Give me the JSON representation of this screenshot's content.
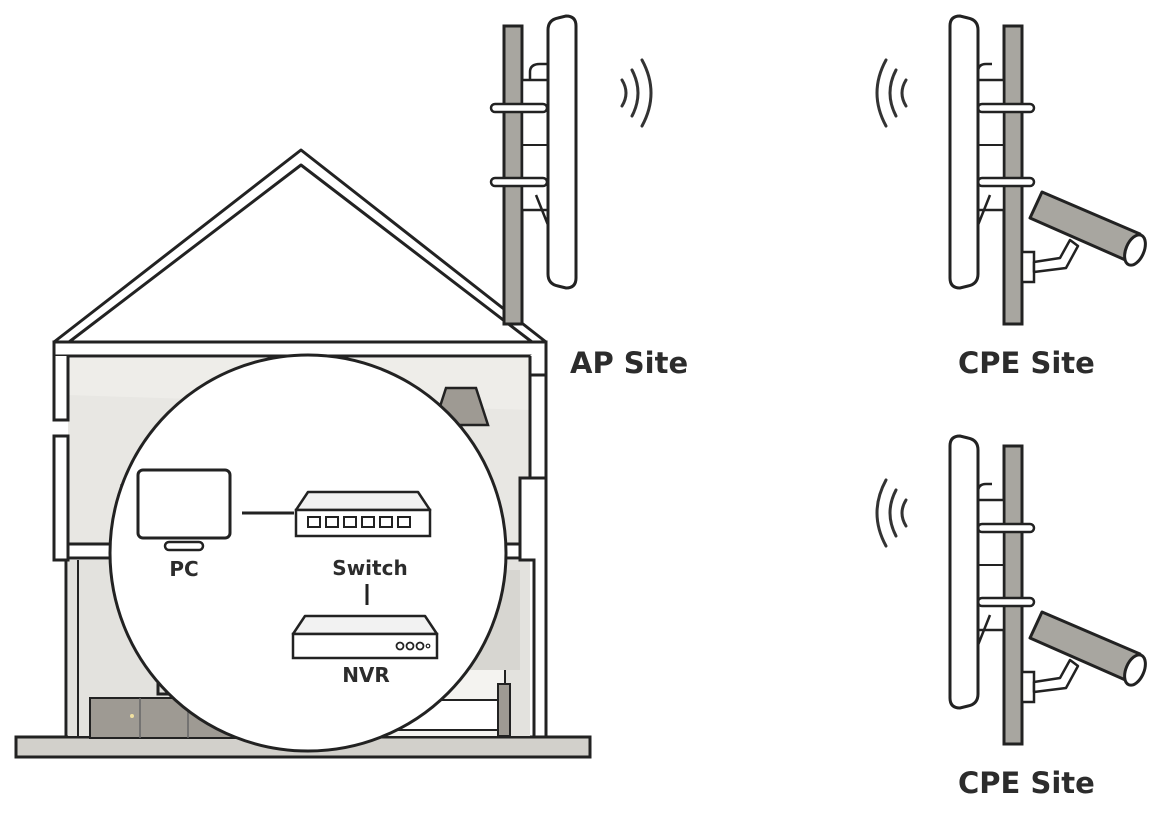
{
  "labels": {
    "ap_site": "AP Site",
    "cpe_site_top": "CPE Site",
    "cpe_site_bottom": "CPE Site",
    "pc": "PC",
    "switch": "Switch",
    "nvr": "NVR"
  },
  "colors": {
    "outline": "#222222",
    "label": "#2c2c2c",
    "room_fill": "#e6e5e1",
    "furniture": "#9e9a93",
    "pole": "#a8a6a0"
  }
}
